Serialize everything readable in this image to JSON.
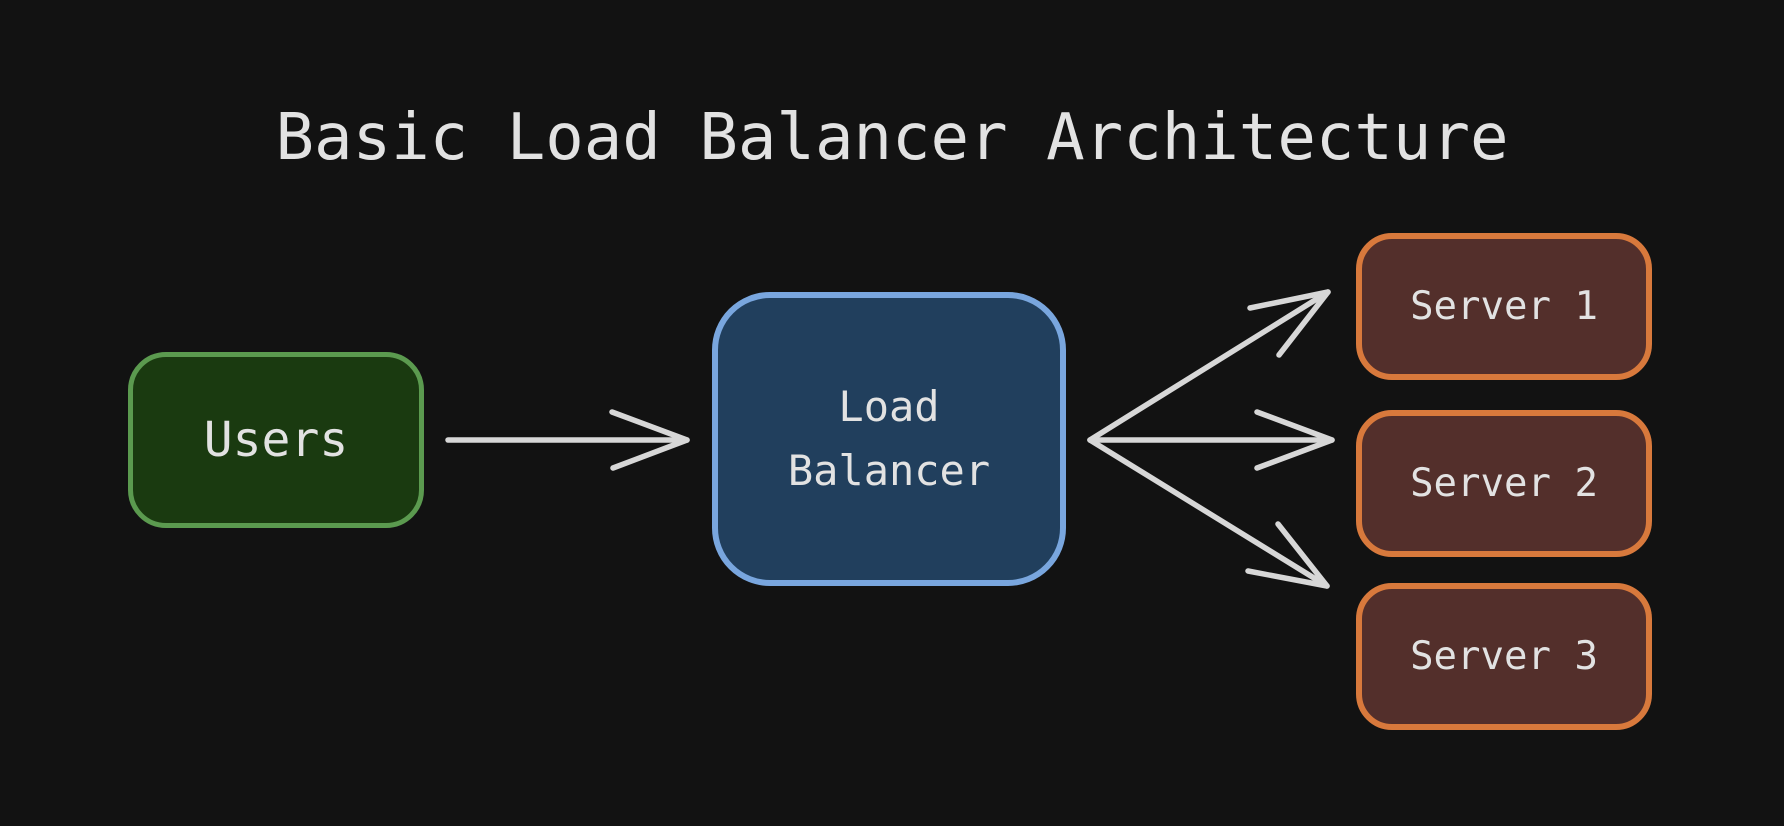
{
  "title": "Basic Load Balancer Architecture",
  "nodes": {
    "users": {
      "label": "Users"
    },
    "load_balancer": {
      "label": "Load\nBalancer"
    },
    "servers": [
      {
        "label": "Server 1"
      },
      {
        "label": "Server 2"
      },
      {
        "label": "Server 3"
      }
    ]
  },
  "edges": [
    {
      "from": "users",
      "to": "load_balancer"
    },
    {
      "from": "load_balancer",
      "to": "server-1"
    },
    {
      "from": "load_balancer",
      "to": "server-2"
    },
    {
      "from": "load_balancer",
      "to": "server-3"
    }
  ],
  "colors": {
    "background": "#121212",
    "text": "#e2e2e2",
    "arrow": "#d7d7d7",
    "users-fill": "#1a3a10",
    "users-border": "#5b9a4f",
    "lb-fill": "#213f5d",
    "lb-border": "#79a6de",
    "server-fill": "#532f2b",
    "server-border": "#d8793c"
  }
}
